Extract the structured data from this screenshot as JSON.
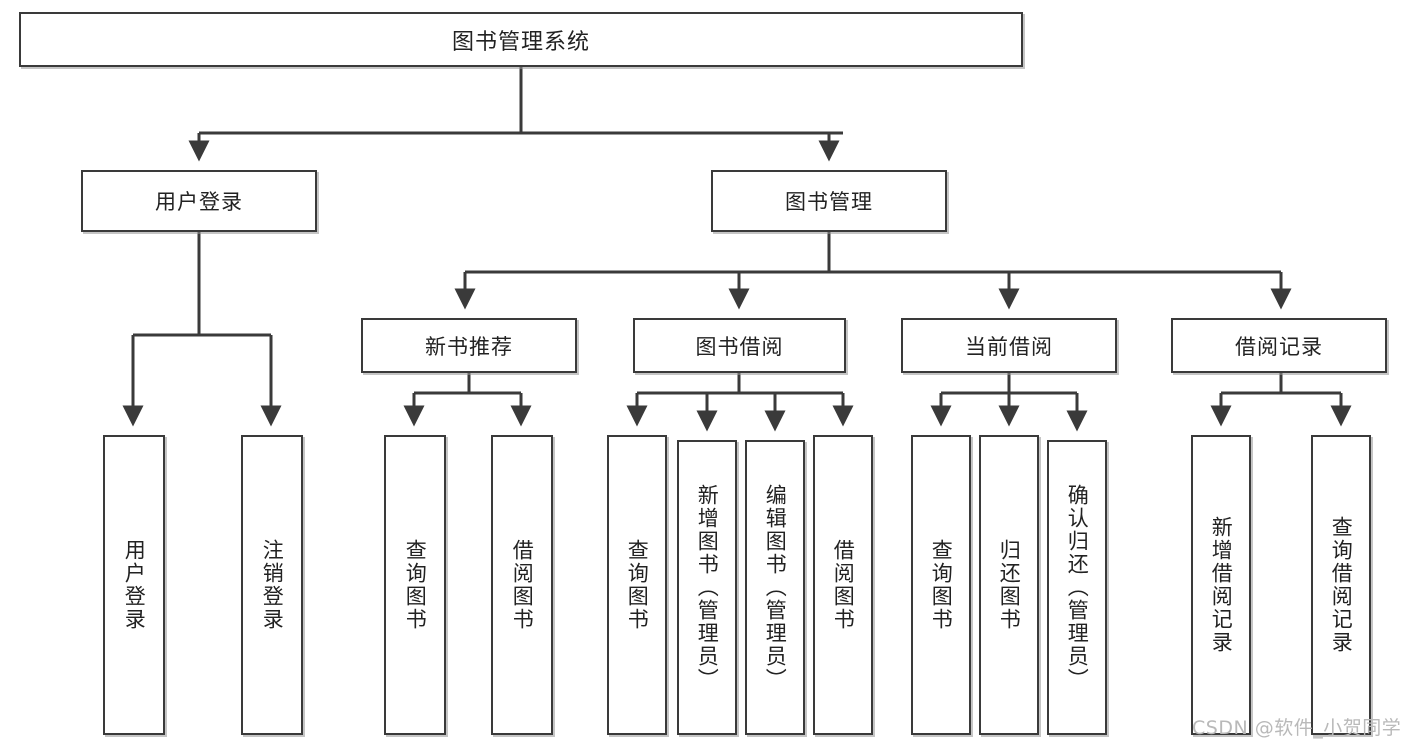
{
  "diagram": {
    "title": "图书管理系统",
    "type": "tree-hierarchy-diagram",
    "root": {
      "label": "图书管理系统"
    },
    "level2": [
      {
        "label": "用户登录"
      },
      {
        "label": "图书管理"
      }
    ],
    "level3": [
      {
        "label": "新书推荐"
      },
      {
        "label": "图书借阅"
      },
      {
        "label": "当前借阅"
      },
      {
        "label": "借阅记录"
      }
    ],
    "leaves": {
      "user_login": [
        {
          "label": "用户登录"
        },
        {
          "label": "注销登录"
        }
      ],
      "new_book_recommend": [
        {
          "label": "查询图书"
        },
        {
          "label": "借阅图书"
        }
      ],
      "book_borrow": [
        {
          "label": "查询图书"
        },
        {
          "label": "新增图书（管理员）"
        },
        {
          "label": "编辑图书（管理员）"
        },
        {
          "label": "借阅图书"
        }
      ],
      "current_borrow": [
        {
          "label": "查询图书"
        },
        {
          "label": "归还图书"
        },
        {
          "label": "确认归还（管理员）"
        }
      ],
      "borrow_record": [
        {
          "label": "新增借阅记录"
        },
        {
          "label": "查询借阅记录"
        }
      ]
    }
  },
  "watermark": {
    "text": "CSDN @软件_小贺同学"
  },
  "colors": {
    "border": "#3a3a3a",
    "background": "#ffffff",
    "text": "#222222",
    "watermark": "#b9b9b9"
  }
}
